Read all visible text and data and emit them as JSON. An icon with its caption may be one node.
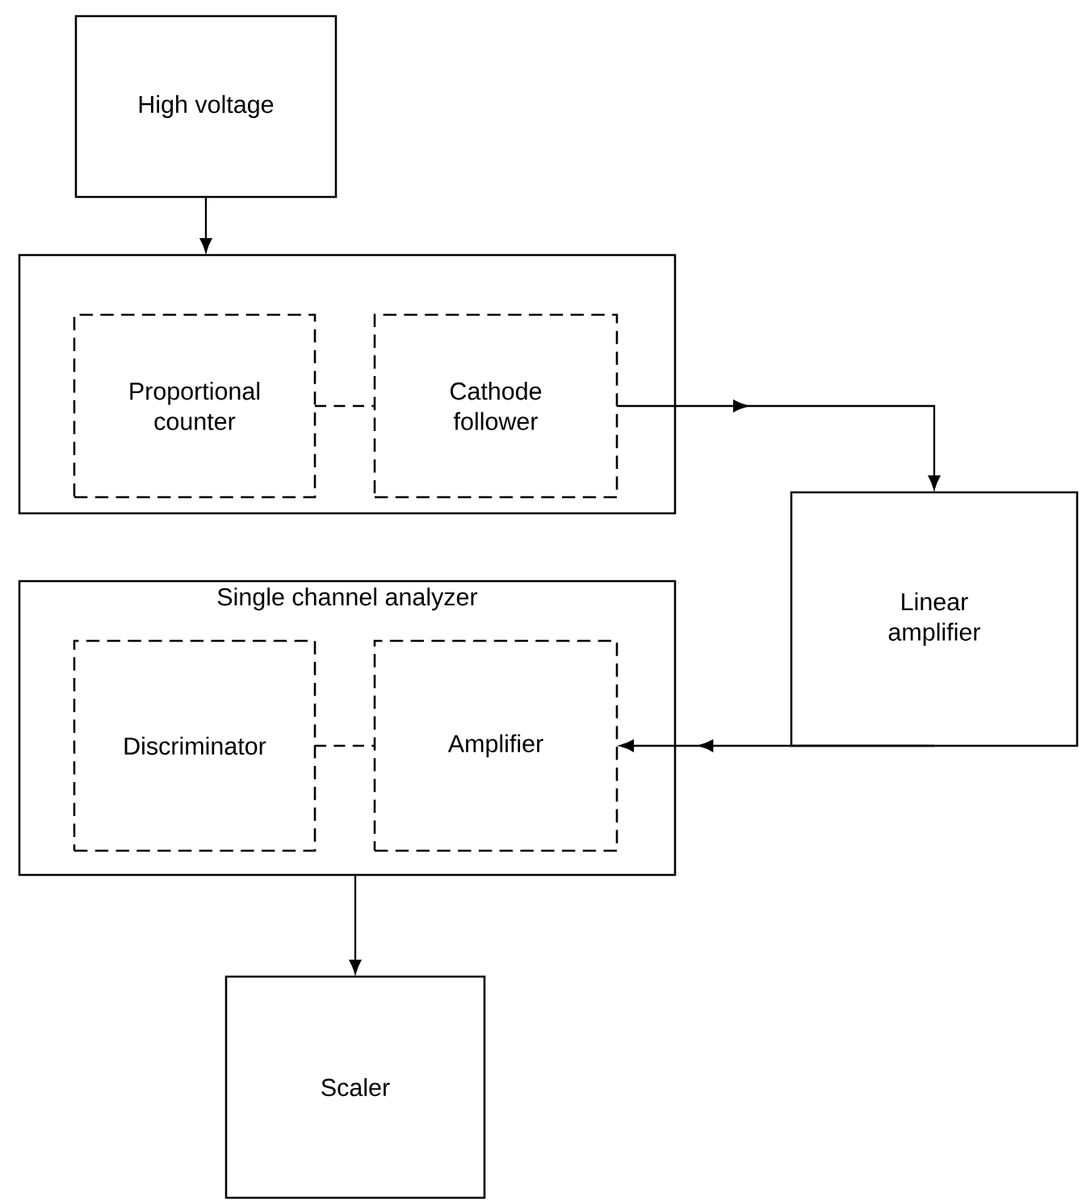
{
  "diagram": {
    "nodes": [
      {
        "text": [
          "High voltage"
        ]
      },
      {
        "text": [],
        "shape": "box"
      },
      {
        "text": [
          "Proportional counter"
        ],
        "in": 1
      },
      {
        "text": [
          "Cathode follower"
        ],
        "in": 1
      },
      {
        "text": [
          "Linear amplifier"
        ]
      },
      {
        "text": [
          "Single channel analyzer"
        ]
      },
      {
        "text": [
          "Discriminator"
        ],
        "in": 5
      },
      {
        "text": [
          "Amplifier"
        ],
        "in": 5
      },
      {
        "text": [
          "Scaler"
        ]
      }
    ],
    "edges": [
      {
        "from": 0,
        "to": 1,
        "arrow": "to"
      },
      {
        "from": 2,
        "to": 3,
        "arrow": "none",
        "style": "dashed"
      },
      {
        "from": 3,
        "to": 4,
        "arrow": "to"
      },
      {
        "from": 4,
        "to": 7,
        "arrow": "to"
      },
      {
        "from": 6,
        "to": 7,
        "arrow": "none",
        "style": "dashed"
      },
      {
        "from": 5,
        "to": 8,
        "arrow": "to"
      }
    ]
  }
}
